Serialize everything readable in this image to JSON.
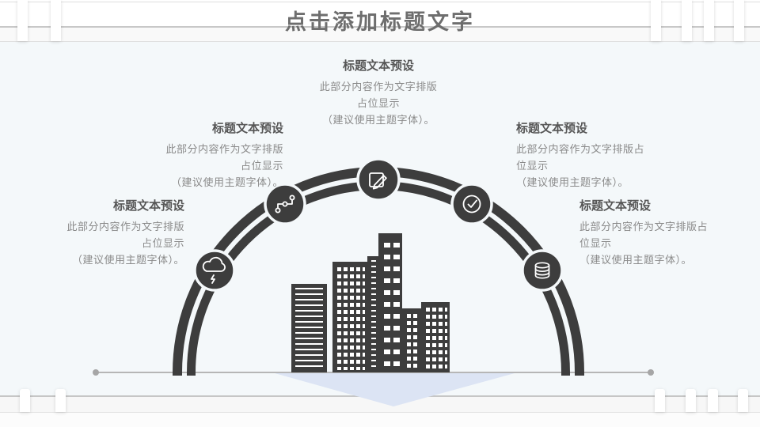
{
  "slide": {
    "title": "点击添加标题文字"
  },
  "blocks": [
    {
      "id": "top",
      "heading": "标题文本预设",
      "lines": [
        "此部分内容作为文字排版",
        "占位显示",
        "（建议使用主题字体）。"
      ]
    },
    {
      "id": "left-upper",
      "heading": "标题文本预设",
      "lines": [
        "此部分内容作为文字排版",
        "占位显示",
        "（建议使用主题字体）。"
      ]
    },
    {
      "id": "left-lower",
      "heading": "标题文本预设",
      "lines": [
        "此部分内容作为文字排版",
        "占位显示",
        "（建议使用主题字体）。"
      ]
    },
    {
      "id": "right-upper",
      "heading": "标题文本预设",
      "lines": [
        "此部分内容作为文字排版占",
        "位显示",
        "（建议使用主题字体）。"
      ]
    },
    {
      "id": "right-lower",
      "heading": "标题文本预设",
      "lines": [
        "此部分内容作为文字排版占",
        "位显示",
        "（建议使用主题字体）。"
      ]
    }
  ],
  "diagram": {
    "type": "semicircle-arc-infographic",
    "icons": [
      {
        "name": "cloud-lightning-icon"
      },
      {
        "name": "route-nodes-icon"
      },
      {
        "name": "edit-pencil-icon"
      },
      {
        "name": "check-circle-icon"
      },
      {
        "name": "database-icon"
      }
    ],
    "center_illustration": "city-skyline"
  },
  "colors": {
    "accent_dark": "#3d3d3d",
    "title_text": "#6e6e6e",
    "heading_text": "#565656",
    "body_text": "#8a8a8a",
    "content_background": "#f4f8fa",
    "ground_shape": "#dce4f4",
    "baseline": "#b6b6b6"
  }
}
